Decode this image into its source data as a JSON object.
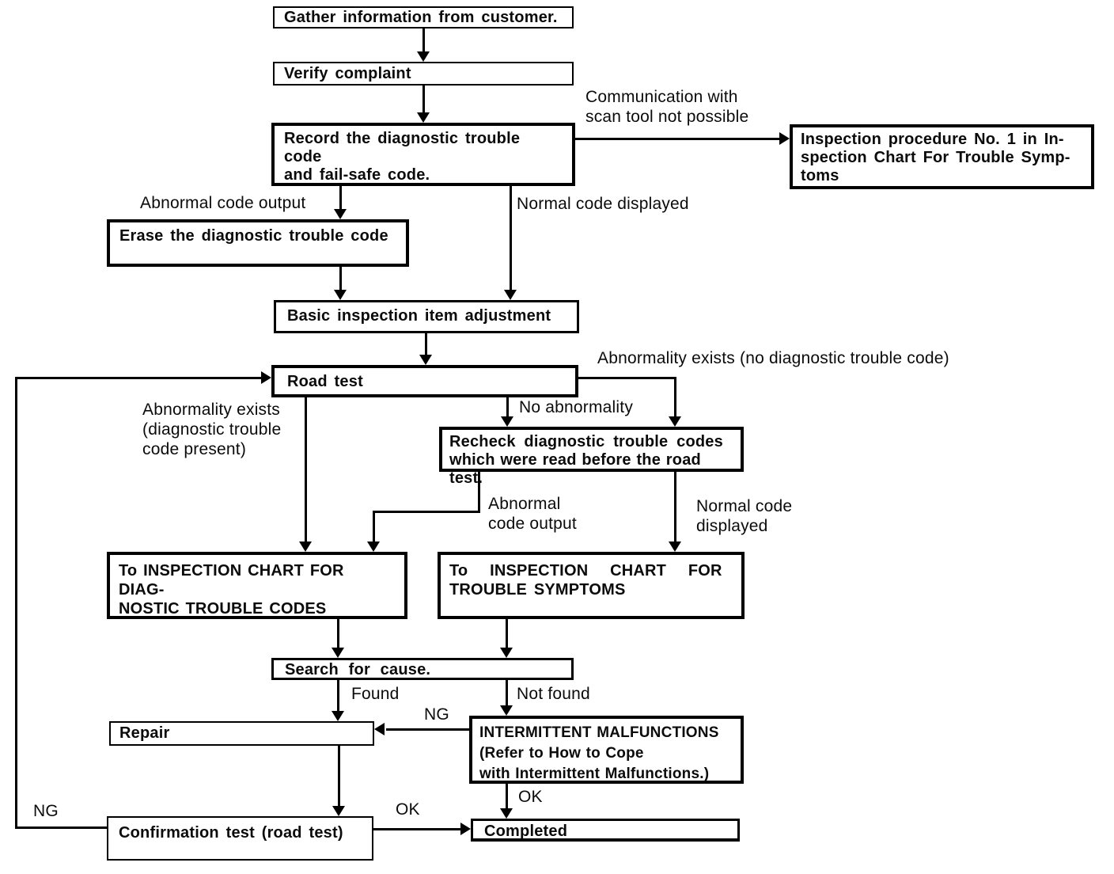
{
  "page": {
    "background_color": "#ffffff",
    "ink_color": "#000000",
    "description": "Diagnosis troubleshooting flowchart"
  },
  "flowchart": {
    "nodes": {
      "gather": "Gather information from customer.",
      "verify": "Verify complaint",
      "record": "Record the diagnostic trouble code\nand fail-safe code.",
      "inspection_procedure": "Inspection procedure No. 1 in In-\nspection Chart For Trouble Symp-\ntoms",
      "erase": "Erase the diagnostic trouble code",
      "basic": "Basic inspection item adjustment",
      "road_test": "Road test",
      "recheck": "Recheck diagnostic trouble codes\nwhich were read before the road test.",
      "chart_dtc": "To INSPECTION CHART FOR DIAG-\nNOSTIC TROUBLE CODES",
      "chart_symptoms": "To INSPECTION CHART FOR\nTROUBLE SYMPTOMS",
      "search": "Search for cause.",
      "repair": "Repair",
      "intermittent": "INTERMITTENT MALFUNCTIONS\n(Refer to How to Cope\nwith Intermittent Malfunctions.)",
      "confirmation": "Confirmation test (road test)",
      "completed": "Completed"
    },
    "edge_labels": {
      "comm_not_possible": "Communication with\nscan tool not possible",
      "abnormal_code_output_top": "Abnormal code output",
      "normal_code_displayed_top": "Normal code displayed",
      "abnormality_no_dtc": "Abnormality exists (no diagnostic trouble code)",
      "abnormality_dtc_present": "Abnormality exists\n(diagnostic trouble\ncode present)",
      "no_abnormality": "No abnormality",
      "abnormal_code_output_mid": "Abnormal\ncode output",
      "normal_code_displayed_mid": "Normal code\ndisplayed",
      "found": "Found",
      "not_found": "Not found",
      "ng_mid": "NG",
      "ok_mid": "OK",
      "ok_bottom": "OK",
      "ng_bottom": "NG"
    }
  }
}
